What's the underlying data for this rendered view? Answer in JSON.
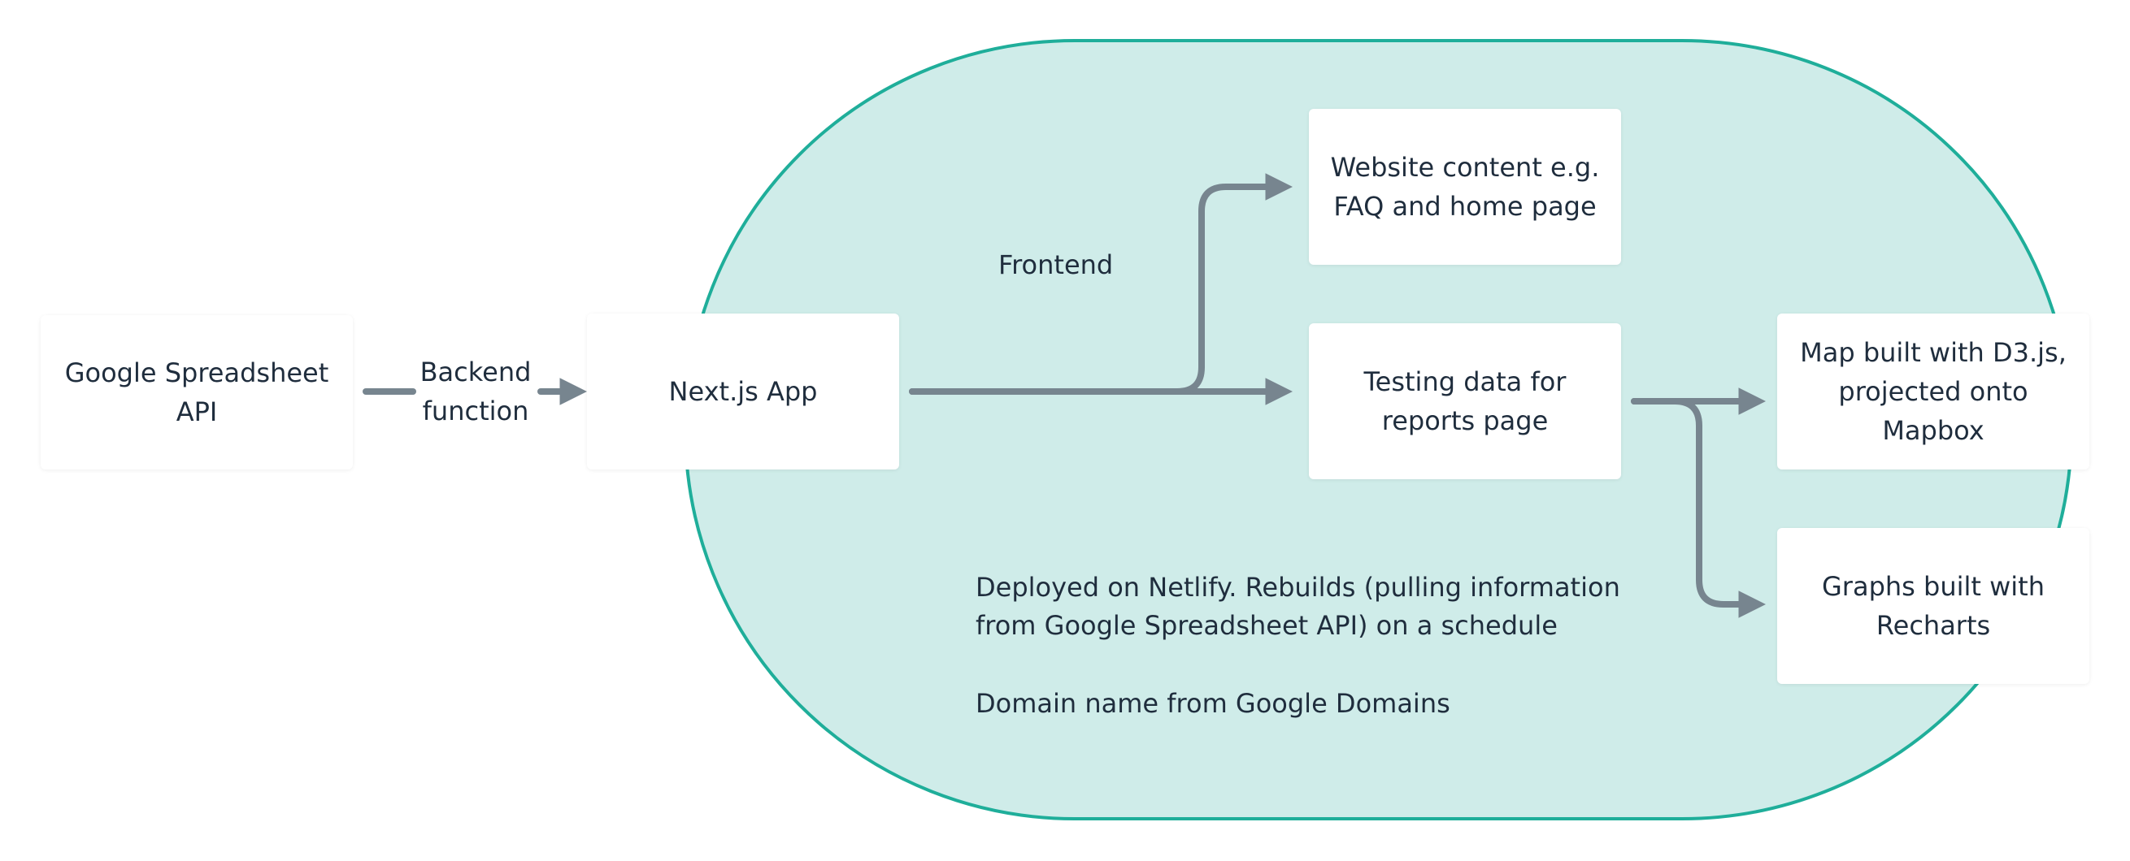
{
  "colors": {
    "container_fill": "#cfece9",
    "container_stroke": "#1fae9a",
    "arrow": "#77858f",
    "node_fill": "#ffffff",
    "text": "#1f2d3d"
  },
  "nodes": {
    "google_api": "Google Spreadsheet API",
    "nextjs": "Next.js App",
    "website_content": "Website content e.g. FAQ and home page",
    "testing_data": "Testing data for reports page",
    "map": "Map built with D3.js, projected onto Mapbox",
    "graphs": "Graphs built with Recharts"
  },
  "labels": {
    "backend_function": "Backend function",
    "frontend": "Frontend",
    "deploy_line1": "Deployed on Netlify. Rebuilds (pulling information",
    "deploy_line2": "from Google Spreadsheet API) on a schedule",
    "domain": "Domain name from Google Domains"
  }
}
